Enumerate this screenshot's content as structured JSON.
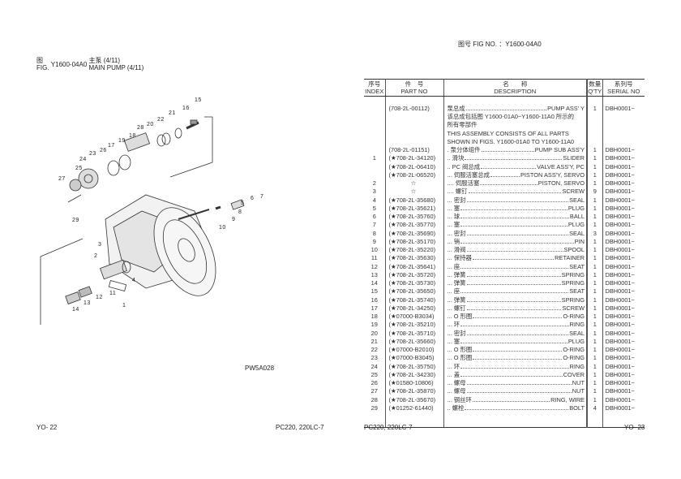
{
  "right_header": {
    "label": "图号 FIG NO. ：Y1600-04A0"
  },
  "left_header": {
    "fig_cn": "图",
    "fig_en": "FIG.",
    "fig_no": "Y1600-04A0",
    "title_cn": "主泵 (4/11)",
    "title_en": "MAIN PUMP (4/11)"
  },
  "diagram": {
    "drawing_code": "PW5A028",
    "callouts": [
      "15",
      "16",
      "21",
      "22",
      "20",
      "28",
      "18",
      "19",
      "17",
      "26",
      "23",
      "24",
      "25",
      "27",
      "29",
      "7",
      "6",
      "5",
      "8",
      "9",
      "10",
      "3",
      "2",
      "4",
      "11",
      "12",
      "13",
      "14",
      "1"
    ]
  },
  "table": {
    "headers": {
      "index_cn": "序号",
      "index_en": "INDEX",
      "part_cn": "件　号",
      "part_en": "PART NO",
      "desc_cn": "名　　称",
      "desc_en": "DESCRIPTION",
      "qty_cn": "数量",
      "qty_en": "Q'TY",
      "serial_cn": "系列号",
      "serial_en": "SERIAL NO"
    },
    "assembly": {
      "part": "(708-2L-00112)",
      "name_cn": "泵总成",
      "name_en": "PUMP ASS' Y",
      "qty": "1",
      "serial": "DBH0001~",
      "note1": "该总成包括图 Y1600-01A0~Y1600-11A0 所示的",
      "note2": "所有零部件",
      "note3": "THIS ASSEMBLY CONSISTS OF ALL PARTS",
      "note4": "SHOWN IN FIGS. Y1600-01A0 TO Y1600-11A0"
    },
    "rows": [
      {
        "index": "",
        "part": "(708-2L-01151)",
        "cn": ". 泵分体组件",
        "en": "PUMP SUB ASS'Y",
        "qty": "1",
        "serial": "DBH0001~"
      },
      {
        "index": "1",
        "part": "(★708-2L-34120)",
        "cn": ".. 滑块",
        "en": "SLIDER",
        "qty": "1",
        "serial": "DBH0001~"
      },
      {
        "index": "",
        "part": "(★708-2L-06410)",
        "cn": ".. PC 阀总成",
        "en": "VALVE ASS'Y, PC",
        "qty": "1",
        "serial": "DBH0001~"
      },
      {
        "index": "",
        "part": "(★708-2L-06520)",
        "cn": "... 伺服活塞总成",
        "en": "PISTON ASS'Y, SERVO",
        "qty": "1",
        "serial": "DBH0001~"
      },
      {
        "index": "2",
        "part": "☆",
        "cn": ".... 伺服活塞",
        "en": "PISTON, SERVO",
        "qty": "1",
        "serial": "DBH0001~"
      },
      {
        "index": "3",
        "part": "☆",
        "cn": ".... 螺钉",
        "en": "SCREW",
        "qty": "9",
        "serial": "DBH0001~"
      },
      {
        "index": "4",
        "part": "(★708-2L-35680)",
        "cn": "... 密封",
        "en": "SEAL",
        "qty": "1",
        "serial": "DBH0001~"
      },
      {
        "index": "5",
        "part": "(★708-2L-35621)",
        "cn": "... 塞",
        "en": "PLUG",
        "qty": "1",
        "serial": "DBH0001~"
      },
      {
        "index": "6",
        "part": "(★708-2L-35760)",
        "cn": "... 球",
        "en": "BALL",
        "qty": "1",
        "serial": "DBH0001~"
      },
      {
        "index": "7",
        "part": "(★708-2L-35770)",
        "cn": "... 塞",
        "en": "PLUG",
        "qty": "1",
        "serial": "DBH0001~"
      },
      {
        "index": "8",
        "part": "(★708-2L-35690)",
        "cn": "... 密封",
        "en": "SEAL",
        "qty": "3",
        "serial": "DBH0001~"
      },
      {
        "index": "9",
        "part": "(★708-2L-35170)",
        "cn": "... 销",
        "en": "PIN",
        "qty": "1",
        "serial": "DBH0001~"
      },
      {
        "index": "10",
        "part": "(★708-2L-35220)",
        "cn": "... 滑阀",
        "en": "SPOOL",
        "qty": "1",
        "serial": "DBH0001~"
      },
      {
        "index": "11",
        "part": "(★708-2L-35630)",
        "cn": "... 保持器",
        "en": "RETAINER",
        "qty": "1",
        "serial": "DBH0001~"
      },
      {
        "index": "12",
        "part": "(★708-2L-35641)",
        "cn": "... 座",
        "en": "SEAT",
        "qty": "1",
        "serial": "DBH0001~"
      },
      {
        "index": "13",
        "part": "(★708-2L-35720)",
        "cn": "... 弹簧",
        "en": "SPRING",
        "qty": "1",
        "serial": "DBH0001~"
      },
      {
        "index": "14",
        "part": "(★708-2L-35730)",
        "cn": "... 弹簧",
        "en": "SPRING",
        "qty": "1",
        "serial": "DBH0001~"
      },
      {
        "index": "15",
        "part": "(★708-2L-35650)",
        "cn": "... 座",
        "en": "SEAT",
        "qty": "1",
        "serial": "DBH0001~"
      },
      {
        "index": "16",
        "part": "(★708-2L-35740)",
        "cn": "... 弹簧",
        "en": "SPRING",
        "qty": "1",
        "serial": "DBH0001~"
      },
      {
        "index": "17",
        "part": "(★708-2L-34250)",
        "cn": "... 螺钉",
        "en": "SCREW",
        "qty": "1",
        "serial": "DBH0001~"
      },
      {
        "index": "18",
        "part": "(★07000-B3034)",
        "cn": "... O 形圈",
        "en": "O-RING",
        "qty": "1",
        "serial": "DBH0001~"
      },
      {
        "index": "19",
        "part": "(★708-2L-35210)",
        "cn": "... 环",
        "en": "RING",
        "qty": "1",
        "serial": "DBH0001~"
      },
      {
        "index": "20",
        "part": "(★708-2L-35710)",
        "cn": "... 密封",
        "en": "SEAL",
        "qty": "1",
        "serial": "DBH0001~"
      },
      {
        "index": "21",
        "part": "(★708-2L-35660)",
        "cn": "... 塞",
        "en": "PLUG",
        "qty": "1",
        "serial": "DBH0001~"
      },
      {
        "index": "22",
        "part": "(★07000-B2010)",
        "cn": "... O 形圈",
        "en": "O-RING",
        "qty": "1",
        "serial": "DBH0001~"
      },
      {
        "index": "23",
        "part": "(★07000-B3045)",
        "cn": "... O 形圈",
        "en": "O-RING",
        "qty": "1",
        "serial": "DBH0001~"
      },
      {
        "index": "24",
        "part": "(★708-2L-35750)",
        "cn": "... 环",
        "en": "RING",
        "qty": "1",
        "serial": "DBH0001~"
      },
      {
        "index": "25",
        "part": "(★708-2L-34230)",
        "cn": "... 盖",
        "en": "COVER",
        "qty": "1",
        "serial": "DBH0001~"
      },
      {
        "index": "26",
        "part": "(★01580-10806)",
        "cn": "... 螺母",
        "en": "NUT",
        "qty": "1",
        "serial": "DBH0001~"
      },
      {
        "index": "27",
        "part": "(★708-2L-35870)",
        "cn": "... 螺母",
        "en": "NUT",
        "qty": "1",
        "serial": "DBH0001~"
      },
      {
        "index": "28",
        "part": "(★708-2L-35670)",
        "cn": "... 钢丝环",
        "en": "RING, WIRE",
        "qty": "1",
        "serial": "DBH0001~"
      },
      {
        "index": "29",
        "part": "(★01252-61440)",
        "cn": ".. 螺栓",
        "en": "BOLT",
        "qty": "4",
        "serial": "DBH0001~"
      }
    ]
  },
  "footer": {
    "left_page": "YO- 22",
    "left_model": "PC220, 220LC-7",
    "right_model": "PC220, 220LC-7",
    "right_page": "YO- 23"
  }
}
